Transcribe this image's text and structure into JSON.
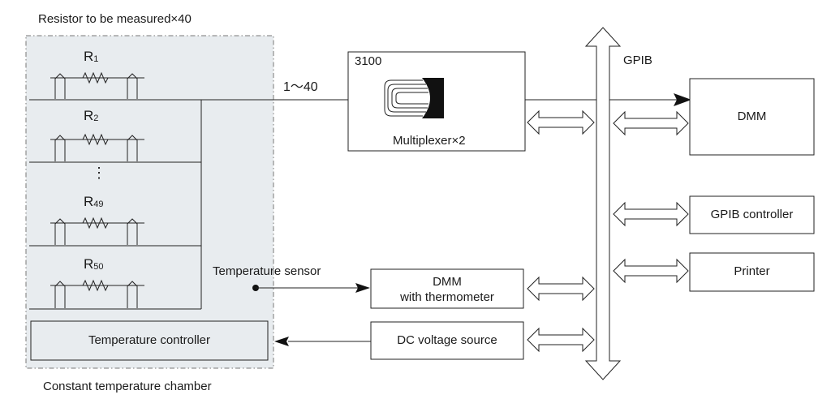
{
  "chamber": {
    "resistor_title": "Resistor to be measured×40",
    "caption": "Constant temperature chamber",
    "resistors": [
      {
        "letter": "R",
        "index": "1"
      },
      {
        "letter": "R",
        "index": "2"
      },
      {
        "letter": "R",
        "index": "49"
      },
      {
        "letter": "R",
        "index": "50"
      }
    ],
    "ellipsis": "⋮",
    "temperature_controller": "Temperature controller"
  },
  "channel_label": "1〜40",
  "temperature_sensor": "Temperature sensor",
  "instruments": {
    "scanner_model": "3100",
    "multiplexer": "Multiplexer×2",
    "dmm_thermo_line1": "DMM",
    "dmm_thermo_line2": "with thermometer",
    "dc_source": "DC voltage source",
    "dmm": "DMM",
    "gpib_controller": "GPIB controller",
    "printer": "Printer"
  },
  "bus_label": "GPIB",
  "colors": {
    "chamber_fill": "#e8ecef",
    "stroke": "#222222",
    "magnet": "#111111"
  }
}
